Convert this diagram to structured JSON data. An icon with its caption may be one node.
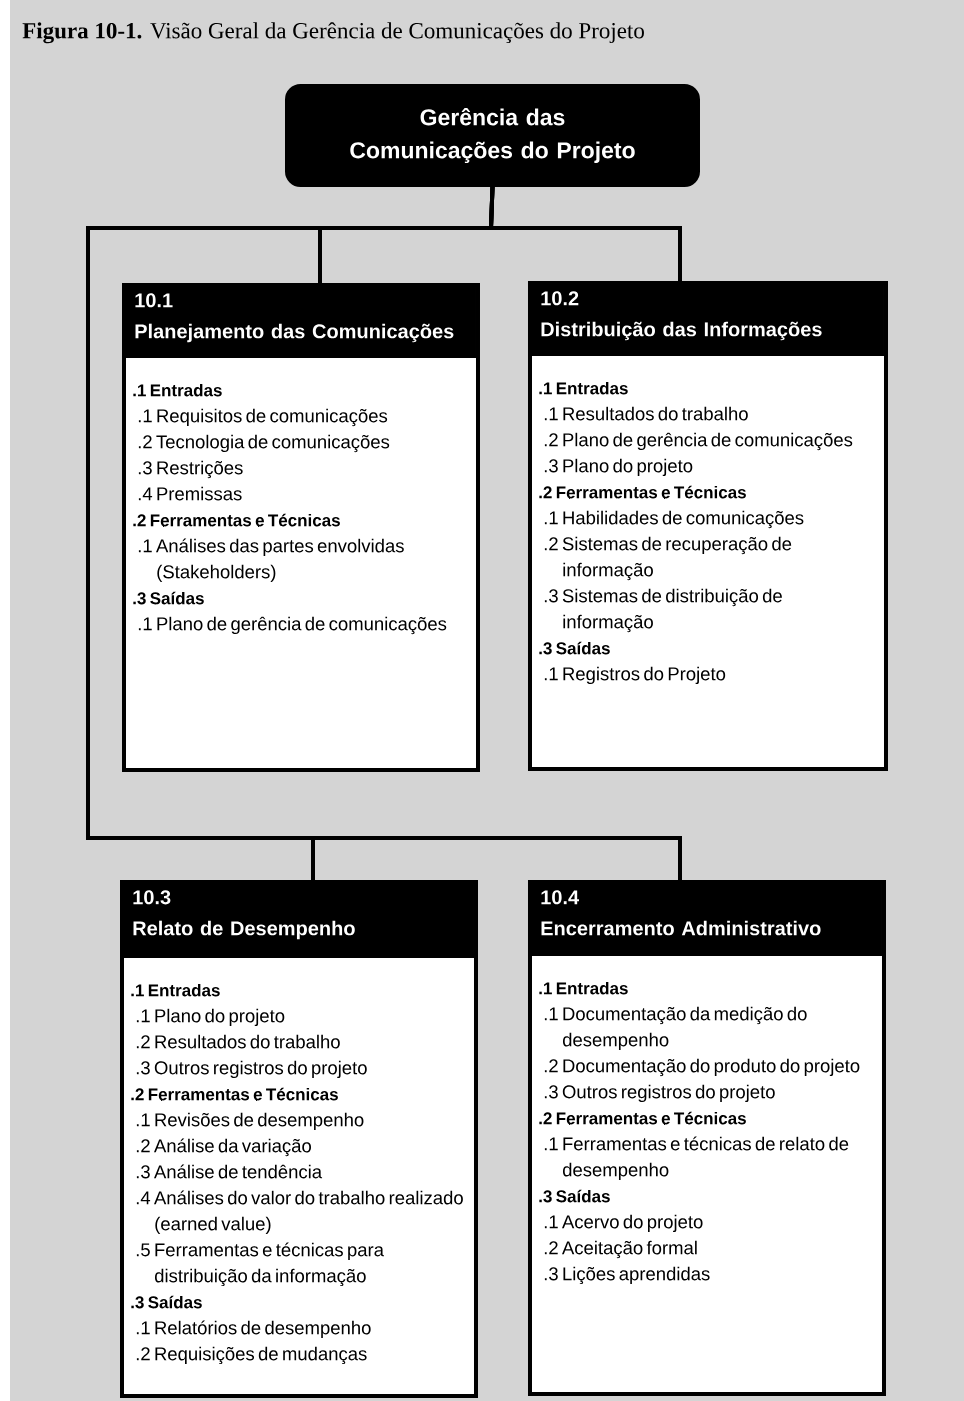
{
  "diagram": {
    "title": "**Figura 10-1.** Visão Geral da Gerência de Comunicações do Projeto",
    "nodes": [
      {
        "text": [
          "Gerência das Comunicações do Projeto"
        ]
      },
      {
        "text": [
          "10.1",
          "Planejamento das Comunicações",
          ".1 Entradas",
          ".1 Requisitos de comunicações",
          ".2 Tecnologia de comunicações",
          ".3 Restrições",
          ".4 Premissas",
          ".2 Ferramentas e Técnicas",
          ".1 Análises das partes envolvidas (Stakeholders)",
          ".3 Saídas",
          ".1 Plano de gerência de comunicações"
        ]
      },
      {
        "text": [
          "10.2",
          "Distribuição das Informações",
          ".1 Entradas",
          ".1 Resultados do trabalho",
          ".2 Plano de gerência de comunicações",
          ".3 Plano do projeto",
          ".2 Ferramentas e Técnicas",
          ".1 Habilidades de comunicações",
          ".2 Sistemas de recuperação de informação",
          ".3 Sistemas de distribuição de informação",
          ".3 Saídas",
          ".1 Registros do Projeto"
        ]
      },
      {
        "text": [
          "10.3",
          "Relato de Desempenho",
          ".1 Entradas",
          ".1 Plano do projeto",
          ".2 Resultados do trabalho",
          ".3 Outros registros do projeto",
          ".2 Ferramentas e Técnicas",
          ".1 Revisões de desempenho",
          ".2 Análise da variação",
          ".3 Análise de tendência",
          ".4 Análises do valor do trabalho realizado (earned value)",
          ".5 Ferramentas e técnicas para distribuição da informação",
          ".3 Saídas",
          ".1 Relatórios de desempenho",
          ".2 Requisições de mudanças"
        ]
      },
      {
        "text": [
          "10.4",
          "Encerramento Administrativo",
          ".1 Entradas",
          ".1 Documentação da medição do desempenho",
          ".2 Documentação do produto do projeto",
          ".3 Outros registros do projeto",
          ".2 Ferramentas e Técnicas",
          ".1 Ferramentas e técnicas de relato de desempenho",
          ".3 Saídas",
          ".1 Acervo do projeto",
          ".2 Aceitação formal",
          ".3 Lições aprendidas"
        ]
      }
    ],
    "edges": [
      {
        "from": 0,
        "to": 1,
        "arrow": "none"
      },
      {
        "from": 0,
        "to": 2,
        "arrow": "none"
      },
      {
        "from": 0,
        "to": 3,
        "arrow": "none"
      },
      {
        "from": 0,
        "to": 4,
        "arrow": "none"
      }
    ]
  }
}
